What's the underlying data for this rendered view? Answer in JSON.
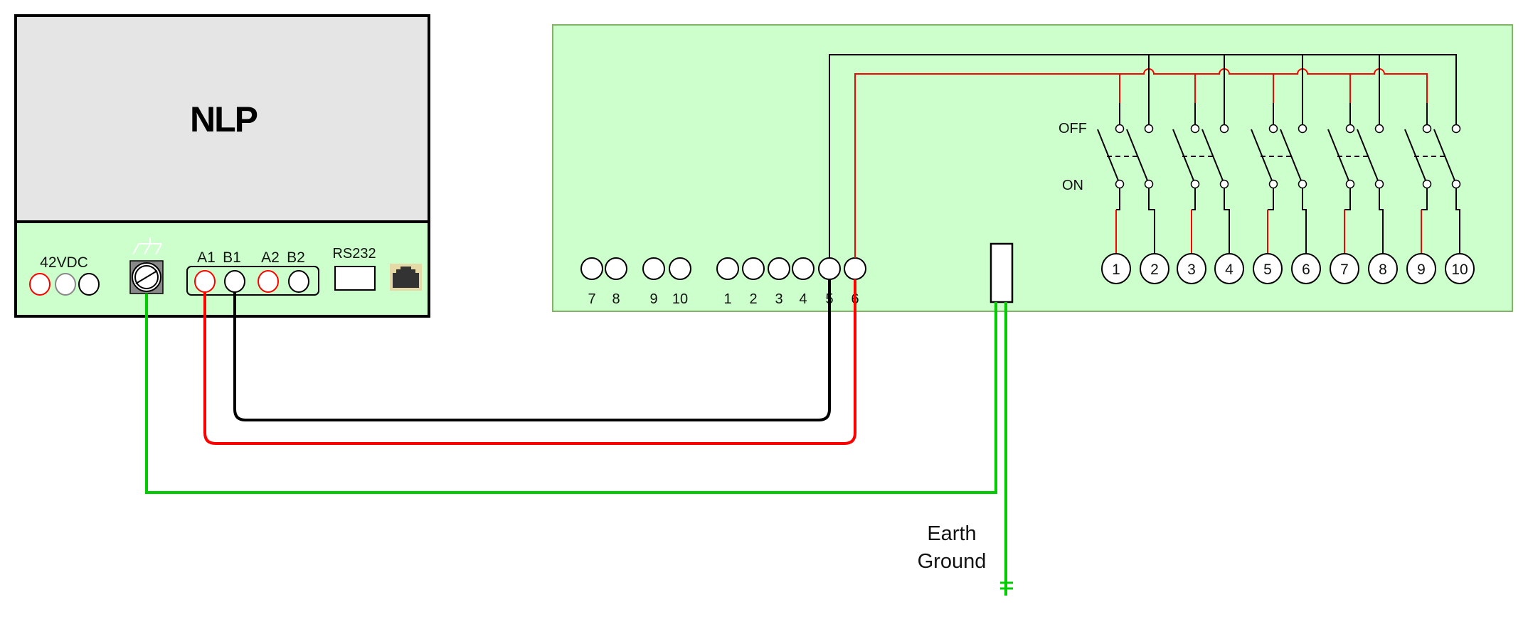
{
  "diagram": {
    "title": "NLP controller to 10-channel DIP switch board wiring",
    "colors": {
      "device_gray": "#e5e5e5",
      "board_green": "#ccffcc",
      "board_border": "#82b366",
      "wire_red": "#ff0000",
      "wire_black": "#000000",
      "wire_green": "#00cc00",
      "rj45_frame": "#e6d9a8",
      "rj45_body": "#333333"
    },
    "controller": {
      "logo": "NLP",
      "power_label": "42VDC",
      "power_terminals": [
        "red",
        "gray",
        "black"
      ],
      "ground_icon": "chassis-ground-icon",
      "bus_labels": [
        "A1",
        "B1",
        "A2",
        "B2"
      ],
      "bus_terminals": [
        "red",
        "black",
        "red",
        "black"
      ],
      "rs232_label": "RS232",
      "ethernet_icon": "rj45-port-icon"
    },
    "board": {
      "left_terminal_labels": [
        "7",
        "8",
        "9",
        "10",
        "1",
        "2",
        "3",
        "4",
        "5",
        "6"
      ],
      "switch_state_labels": {
        "off": "OFF",
        "on": "ON"
      },
      "switch_count": 5,
      "output_terminal_labels": [
        "1",
        "2",
        "3",
        "4",
        "5",
        "6",
        "7",
        "8",
        "9",
        "10"
      ]
    },
    "connections": [
      {
        "from": "A1",
        "to": "board terminal 6",
        "color": "red"
      },
      {
        "from": "B1",
        "to": "board terminal 5",
        "color": "black"
      },
      {
        "from": "chassis ground",
        "to": "earth ground block",
        "color": "green"
      }
    ],
    "earth_label": [
      "Earth",
      "Ground"
    ]
  }
}
